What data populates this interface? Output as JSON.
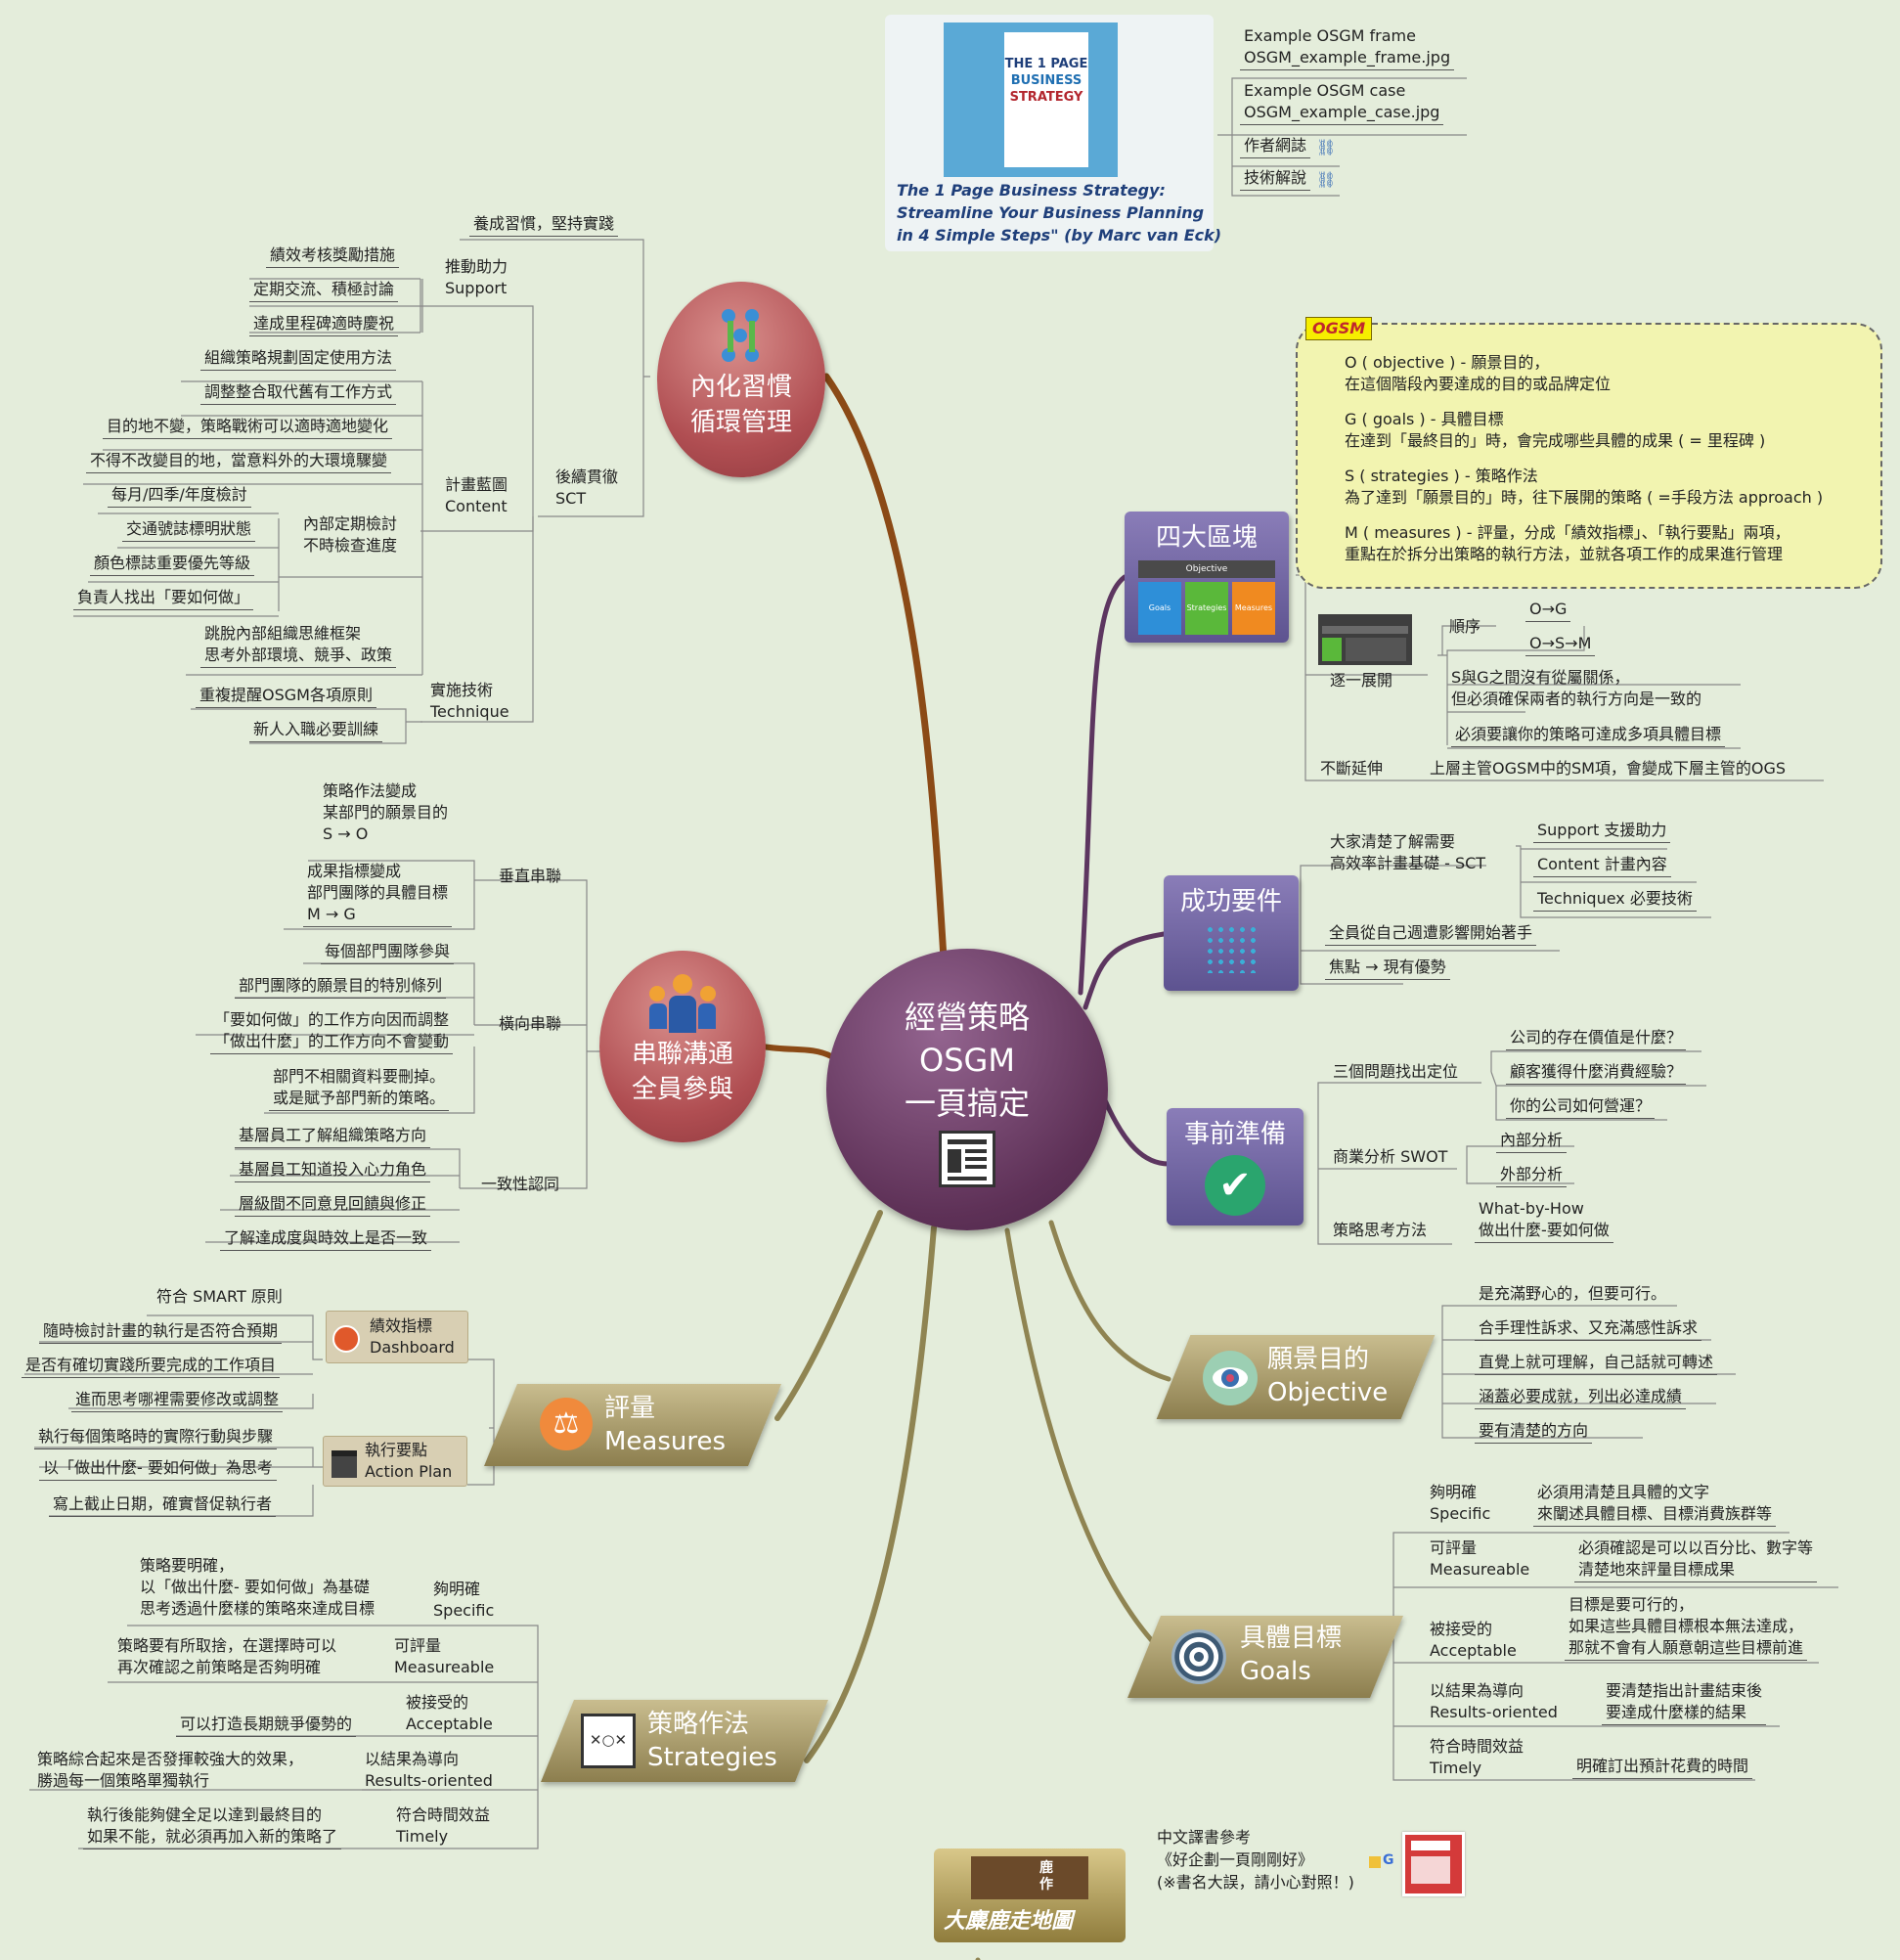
{
  "center": {
    "title": "經營策略\nOSGM\n一頁搞定"
  },
  "book": {
    "title": "The 1 Page Business Strategy:\nStreamline Your Business Planning\nin 4 Simple Steps\" (by Marc van Eck)",
    "cover_line1": "THE 1 PAGE",
    "cover_line2": "BUSINESS",
    "cover_line3": "STRATEGY",
    "links": [
      "Example OSGM frame\nOSGM_example_frame.jpg",
      "Example OSGM case\nOSGM_example_case.jpg",
      "作者網誌",
      "技術解說"
    ]
  },
  "habit": {
    "label": "內化習慣\n循環管理",
    "practice": "養成習慣，堅持實踐",
    "sct": "後續貫徹\nSCT",
    "support": {
      "label": "推動助力\nSupport",
      "items": [
        "績效考核獎勵措施",
        "定期交流、積極討論",
        "達成里程碑適時慶祝"
      ]
    },
    "content": {
      "label": "計畫藍圖\nContent",
      "items": [
        "組織策略規劃固定使用方法",
        "調整整合取代舊有工作方式",
        "目的地不變，策略戰術可以適時適地變化",
        "不得不改變目的地，當意料外的大環境驟變"
      ],
      "check": {
        "label": "內部定期檢討\n不時檢查進度",
        "items": [
          "每月/四季/年度檢討",
          "交通號誌標明狀態",
          "顏色標誌重要優先等級",
          "負責人找出「要如何做」"
        ]
      },
      "last": "跳脫內部組織思維框架\n思考外部環境、競爭、政策"
    },
    "technique": {
      "label": "實施技術\nTechnique",
      "items": [
        "重複提醒OSGM各項原則",
        "新人入職必要訓練"
      ]
    }
  },
  "comm": {
    "label": "串聯溝通\n全員參與",
    "vertical": {
      "label": "垂直串聯",
      "items": [
        "策略作法變成\n某部門的願景目的\nS → O",
        "成果指標變成\n部門團隊的具體目標\nM → G"
      ]
    },
    "horizontal": {
      "label": "橫向串聯",
      "items": [
        "每個部門團隊參與",
        "部門團隊的願景目的特別條列",
        "「要如何做」的工作方向因而調整\n「做出什麼」的工作方向不會變動",
        "部門不相關資料要刪掉。\n或是賦予部門新的策略。"
      ]
    },
    "consensus": {
      "label": "一致性認同",
      "items": [
        "基層員工了解組織策略方向",
        "基層員工知道投入心力角色",
        "層級間不同意見回饋與修正",
        "了解達成度與時效上是否一致"
      ]
    }
  },
  "measures": {
    "label": "評量\nMeasures",
    "dashboard": {
      "label": "績效指標\nDashboard",
      "items": [
        "符合 SMART 原則",
        "隨時檢討計畫的執行是否符合預期",
        "是否有確切實踐所要完成的工作項目",
        "進而思考哪裡需要修改或調整"
      ]
    },
    "action": {
      "label": "執行要點\nAction Plan",
      "items": [
        "執行每個策略時的實際行動與步驟",
        "以「做出什麼- 要如何做」為思考",
        "寫上截止日期，確實督促執行者"
      ]
    }
  },
  "strategies": {
    "label": "策略作法\nStrategies",
    "rows": [
      {
        "k": "夠明確\nSpecific",
        "v": "策略要明確，\n以「做出什麼- 要如何做」為基礎\n思考透過什麼樣的策略來達成目標"
      },
      {
        "k": "可評量\nMeasureable",
        "v": "策略要有所取捨，在選擇時可以\n再次確認之前策略是否夠明確"
      },
      {
        "k": "被接受的\nAcceptable",
        "v": "可以打造長期競爭優勢的"
      },
      {
        "k": "以結果為導向\nResults-oriented",
        "v": "策略綜合起來是否發揮較強大的效果，\n勝過每一個策略單獨執行"
      },
      {
        "k": "符合時間效益\nTimely",
        "v": "執行後能夠健全足以達到最終目的\n如果不能，就必須再加入新的策略了"
      }
    ]
  },
  "four": {
    "label": "四大區塊",
    "mini": {
      "top": "Objective",
      "a": "Goals",
      "b": "Strategies",
      "c": "Measures"
    },
    "tag": "OGSM",
    "items": [
      "O ( objective ) - 願景目的，\n在這個階段內要達成的目的或品牌定位",
      "G ( goals ) - 具體目標\n在達到「最終目的」時，會完成哪些具體的成果 ( = 里程碑 )",
      "S ( strategies ) - 策略作法\n為了達到「願景目的」時，往下展開的策略 ( =手段方法 approach )",
      "M ( measures ) - 評量，分成「績效指標」、「執行要點」兩項，\n重點在於拆分出策略的執行方法，並就各項工作的成果進行管理"
    ],
    "unfold": {
      "label": "逐一展開",
      "order": "順序",
      "orders": [
        "O→G",
        "O→S→M"
      ],
      "notes": [
        "S與G之間沒有從屬關係，\n但必須確保兩者的執行方向是一致的",
        "必須要讓你的策略可達成多項具體目標"
      ]
    },
    "extend": {
      "label": "不斷延伸",
      "text": "上層主管OGSM中的SM項，會變成下層主管的OGS"
    }
  },
  "success": {
    "label": "成功要件",
    "base": "大家清楚了解需要\n高效率計畫基礎 - SCT",
    "sct": [
      "Support 支援助力",
      "Content 計畫內容",
      "Techniquex 必要技術"
    ],
    "all": "全員從自己週遭影響開始著手",
    "focus": "焦點 → 現有優勢"
  },
  "prep": {
    "label": "事前準備",
    "three": {
      "label": "三個問題找出定位",
      "items": [
        "公司的存在價值是什麼？",
        "顧客獲得什麼消費經驗？",
        "你的公司如何營運？"
      ]
    },
    "swot": {
      "label": "商業分析 SWOT",
      "items": [
        "內部分析",
        "外部分析"
      ]
    },
    "think": {
      "label": "策略思考方法",
      "text": "What-by-How\n做出什麼-要如何做"
    }
  },
  "objective": {
    "label": "願景目的\nObjective",
    "items": [
      "是充滿野心的，但要可行。",
      "合手理性訴求、又充滿感性訴求",
      "直覺上就可理解，自己話就可轉述",
      "涵蓋必要成就，列出必達成績",
      "要有清楚的方向"
    ]
  },
  "goals": {
    "label": "具體目標\nGoals",
    "rows": [
      {
        "k": "夠明確\nSpecific",
        "v": "必須用清楚且具體的文字\n來闡述具體目標、目標消費族群等"
      },
      {
        "k": "可評量\nMeasureable",
        "v": "必須確認是可以以百分比、數字等\n清楚地來評量目標成果"
      },
      {
        "k": "被接受的\nAcceptable",
        "v": "目標是要可行的，\n如果這些具體目標根本無法達成，\n那就不會有人願意朝這些目標前進"
      },
      {
        "k": "以結果為導向\nResults-oriented",
        "v": "要清楚指出計畫結束後\n要達成什麼樣的結果"
      },
      {
        "k": "符合時間效益\nTimely",
        "v": "明確訂出預計花費的時間"
      }
    ]
  },
  "footer": {
    "badge": "大麋鹿走地圖",
    "sign": "鹿\n作",
    "note": "中文譯書參考\n《好企劃一頁剛剛好》\n(※書名大誤，請小心對照！)"
  },
  "colors": {
    "center": "#5e3157",
    "habit": "#b04e52",
    "branch_purple": "#5d3660",
    "branch_olive": "#8f8452",
    "branch_brown": "#8b4a16",
    "ogsm_bg": "#f2f4b0"
  }
}
